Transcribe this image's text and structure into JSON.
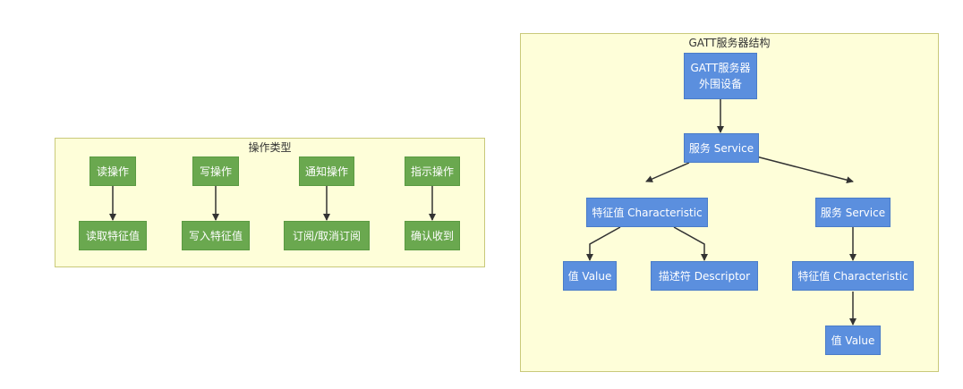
{
  "operation_types": {
    "title": "操作类型",
    "columns": [
      {
        "operation": "读操作",
        "result": "读取特征值"
      },
      {
        "operation": "写操作",
        "result": "写入特征值"
      },
      {
        "operation": "通知操作",
        "result": "订阅/取消订阅"
      },
      {
        "operation": "指示操作",
        "result": "确认收到"
      }
    ]
  },
  "gatt_structure": {
    "title": "GATT服务器结构",
    "root": {
      "line1": "GATT服务器",
      "line2": "外围设备"
    },
    "service_a": "服务 Service",
    "characteristic_a": "特征值 Characteristic",
    "value_a": "值 Value",
    "descriptor_a": "描述符 Descriptor",
    "service_b": "服务 Service",
    "characteristic_b": "特征值 Characteristic",
    "value_b": "值 Value"
  },
  "colors": {
    "group_fill": "#fefed9",
    "green_node": "#6aa84f",
    "blue_node": "#5b8fde",
    "edge": "#333333"
  }
}
